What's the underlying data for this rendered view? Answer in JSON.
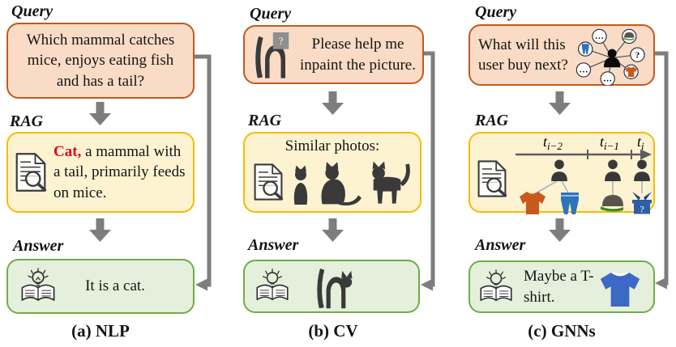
{
  "columns": [
    {
      "query_label": "Query",
      "rag_label": "RAG",
      "answer_label": "Answer",
      "caption": "(a) NLP",
      "query_text": "Which mammal catches mice, enjoys eating fish and has a tail?",
      "rag_highlight": "Cat,",
      "rag_text": " a mammal with a tail, primarily feeds on mice.",
      "answer_text": "It is a cat."
    },
    {
      "query_label": "Query",
      "rag_label": "RAG",
      "answer_label": "Answer",
      "caption": "(b) CV",
      "query_text": "Please help me inpaint the picture.",
      "rag_title": "Similar photos:",
      "mask_glyph": "?"
    },
    {
      "query_label": "Query",
      "rag_label": "RAG",
      "answer_label": "Answer",
      "caption": "(c) GNNs",
      "query_text": "What will this user buy next?",
      "graph": {
        "ellipsis": "…",
        "question": "?"
      },
      "timeline": [
        {
          "base": "t",
          "sub": "i−2"
        },
        {
          "base": "t",
          "sub": "i−1"
        },
        {
          "base": "t",
          "sub": "i"
        }
      ],
      "gift_glyph": "?",
      "answer_text": "Maybe a T-shirt."
    }
  ],
  "colors": {
    "query_fill": "#fadcc6",
    "query_border": "#c25920",
    "rag_fill": "#fdf3d1",
    "rag_border": "#f7bb00",
    "answer_fill": "#e5f0dc",
    "answer_border": "#70ad47",
    "arrow_gray": "#7d7d7d",
    "highlight_red": "#e30613",
    "tshirt_orange": "#c9591b",
    "jeans_blue": "#2e74b8",
    "answer_tshirt_blue": "#3c68c6",
    "gift_blue": "#2f5da8",
    "cap_green": "#4f9d3a",
    "silhouette": "#3a3a3a"
  }
}
